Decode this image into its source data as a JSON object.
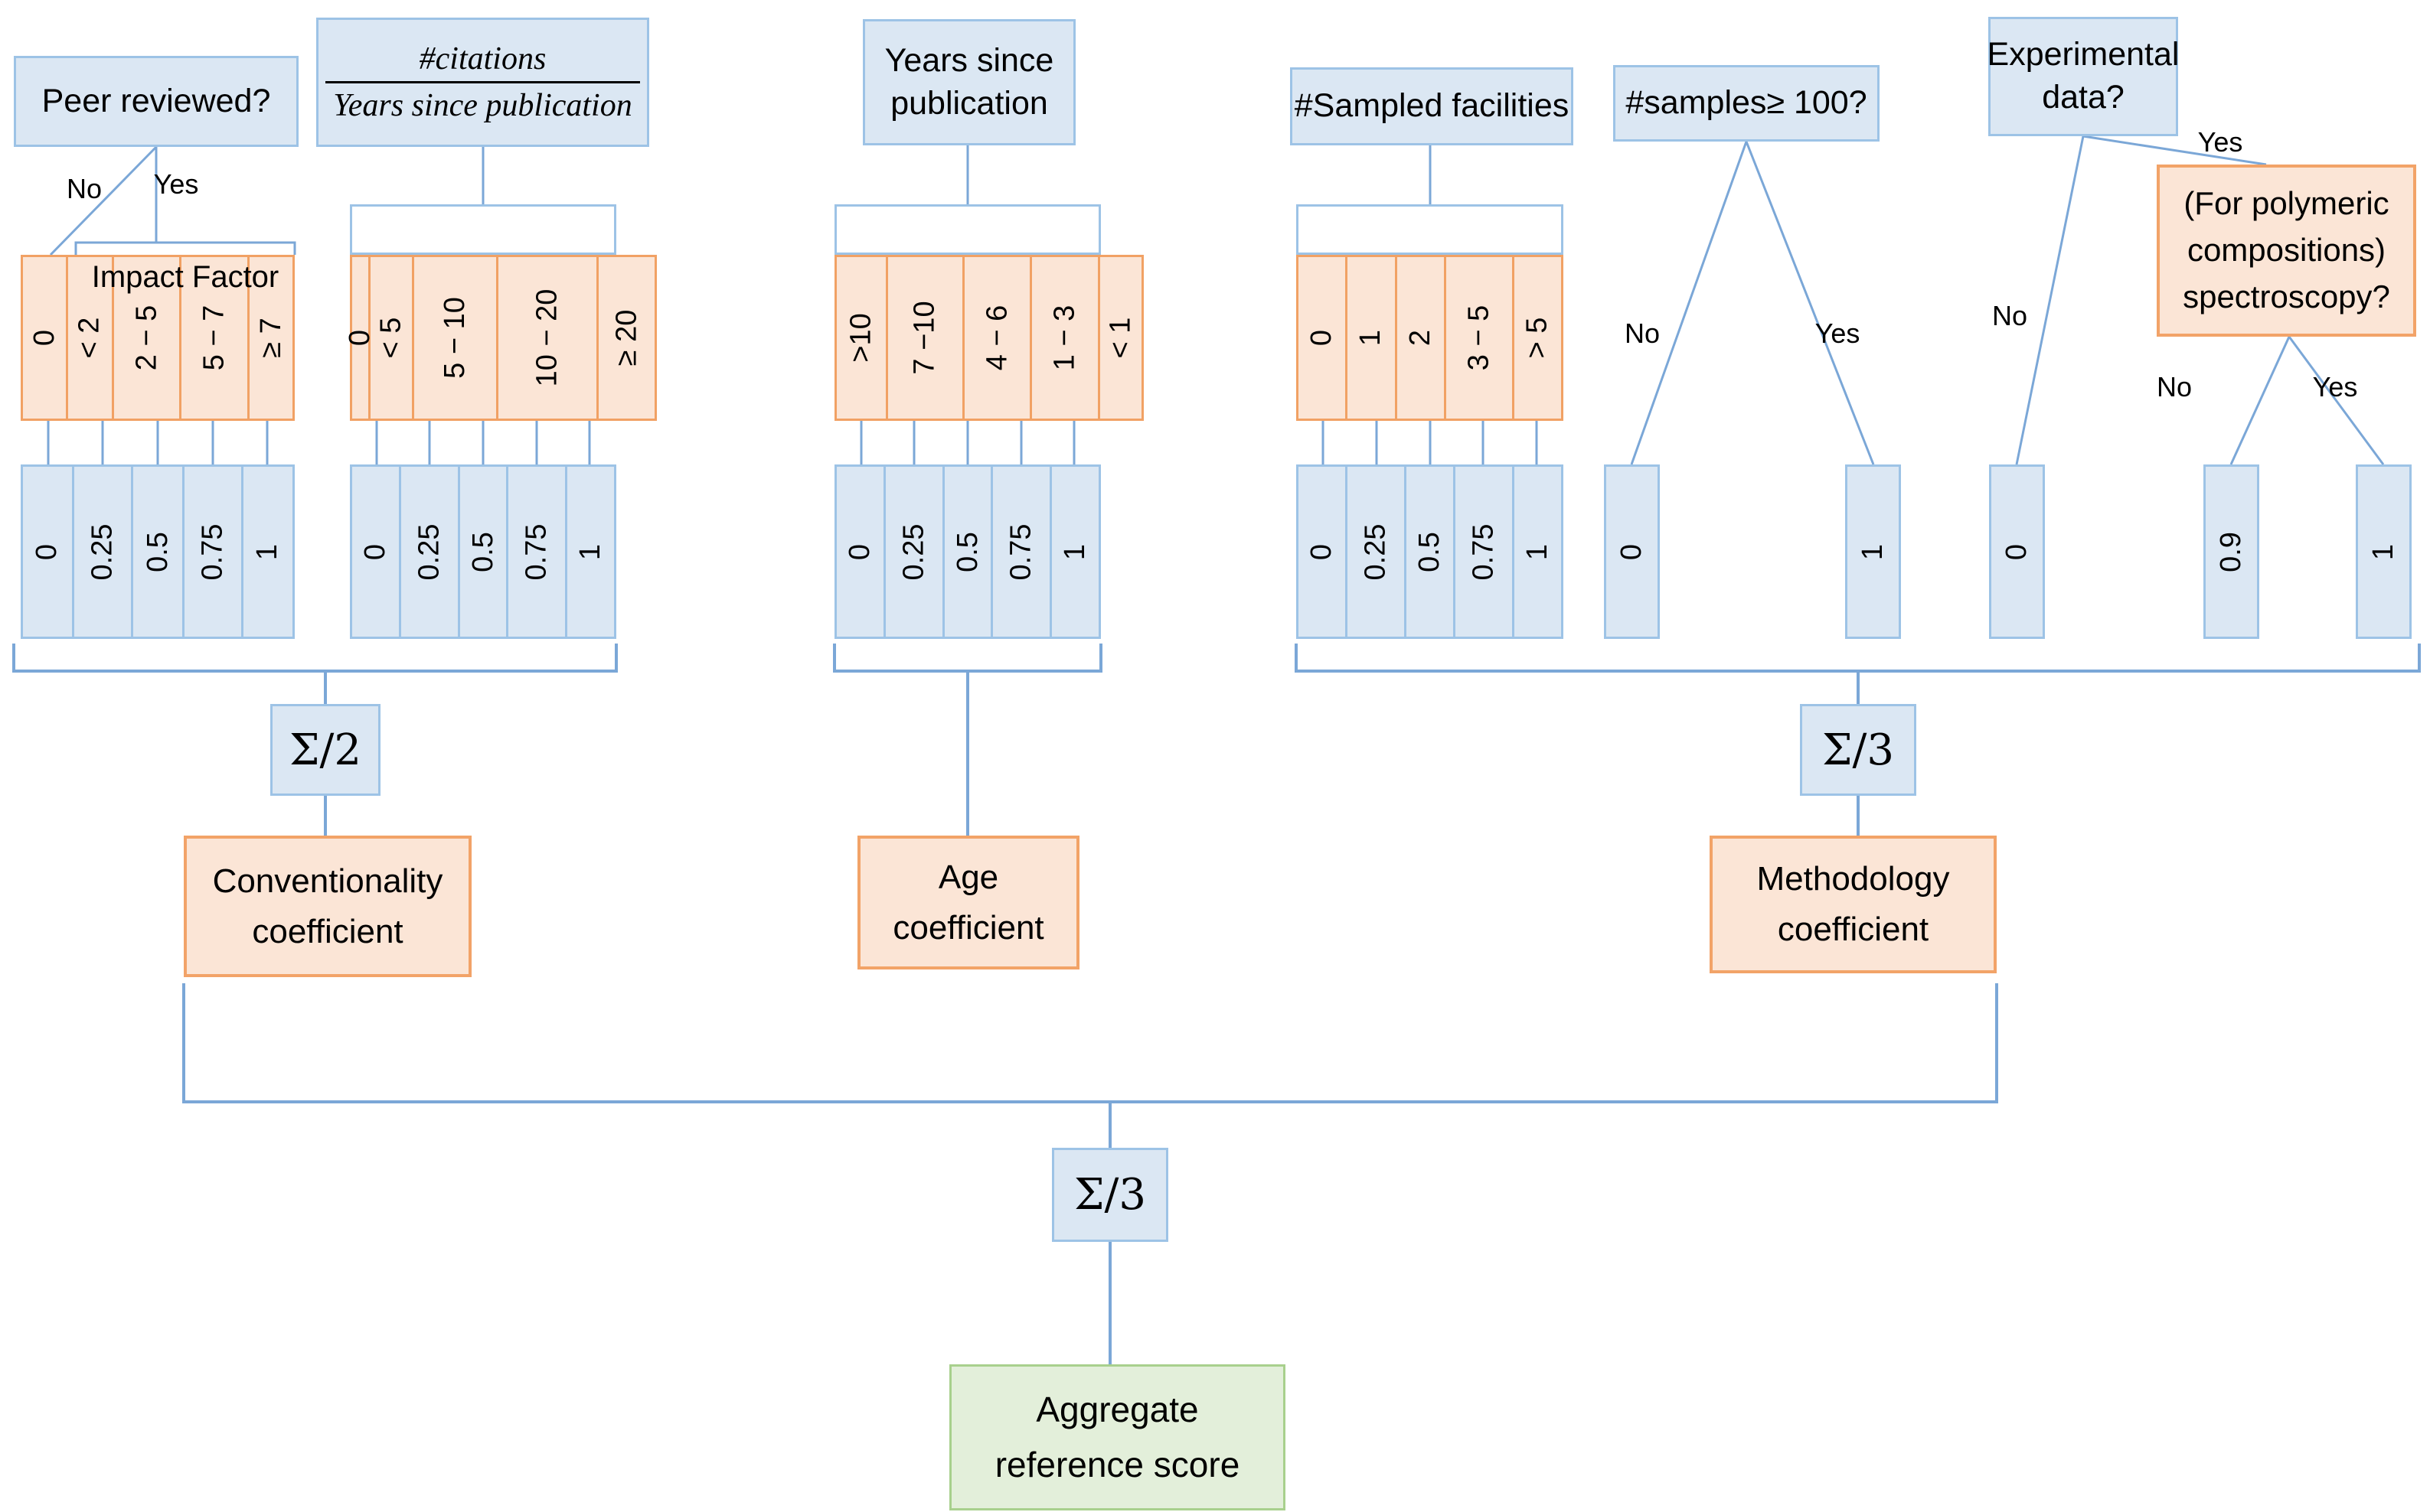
{
  "diagram": {
    "branch_labels": {
      "no": "No",
      "yes": "Yes"
    },
    "columns": {
      "peer_reviewed": {
        "title": "Peer reviewed?",
        "impact_factor_label": "Impact Factor",
        "ranges": [
          "0",
          "< 2",
          "2 − 5",
          "5 − 7",
          "≥ 7"
        ],
        "scores": [
          "0",
          "0.25",
          "0.5",
          "0.75",
          "1"
        ]
      },
      "citation_rate": {
        "numerator": "#citations",
        "denominator": "Years since publication",
        "ranges": [
          "0",
          "< 5",
          "5 − 10",
          "10 − 20",
          "≥ 20"
        ],
        "scores": [
          "0",
          "0.25",
          "0.5",
          "0.75",
          "1"
        ]
      },
      "years_since_publication": {
        "title": "Years since publication",
        "ranges": [
          ">10",
          "7 −10",
          "4 − 6",
          "1 − 3",
          "< 1"
        ],
        "scores": [
          "0",
          "0.25",
          "0.5",
          "0.75",
          "1"
        ]
      },
      "sampled_facilities": {
        "title": "#Sampled facilities",
        "ranges": [
          "0",
          "1",
          "2",
          "3 − 5",
          "> 5"
        ],
        "scores": [
          "0",
          "0.25",
          "0.5",
          "0.75",
          "1"
        ]
      },
      "samples_100": {
        "title": "#samples≥ 100?",
        "no_score": "0",
        "yes_score": "1"
      },
      "experimental": {
        "title": "Experimental data?",
        "no_score": "0",
        "spectroscopy": {
          "title": "(For polymeric compositions) spectroscopy?",
          "no_score": "0.9",
          "yes_score": "1"
        }
      }
    },
    "aggregators": {
      "conventionality_sum": "Σ/2",
      "methodology_sum": "Σ/3",
      "final_sum": "Σ/3"
    },
    "coefficients": {
      "conventionality": "Conventionality coefficient",
      "age": "Age coefficient",
      "methodology": "Methodology coefficient"
    },
    "result": "Aggregate reference score",
    "colors": {
      "blue_fill": "#dbe7f3",
      "blue_border": "#9dc3e6",
      "orange_fill": "#fbe5d6",
      "orange_border": "#f1a164",
      "green_fill": "#e3efda",
      "green_border": "#a8d08d",
      "connector": "#7ba7d7"
    }
  }
}
